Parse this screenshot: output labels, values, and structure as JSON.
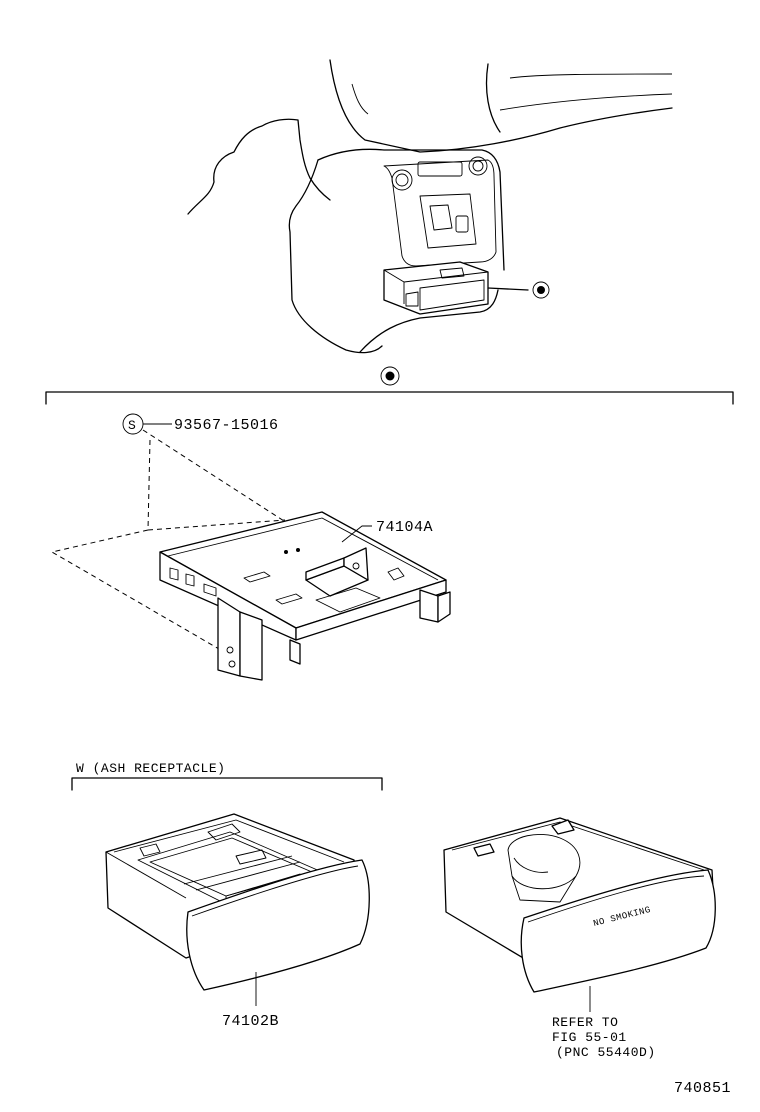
{
  "figure_number": "740851",
  "reference_marker": "●",
  "screw": {
    "symbol": "S",
    "part_number": "93567-15016"
  },
  "bracket": {
    "part_number": "74104A"
  },
  "ash_receptacle_group": {
    "header": "W (ASH RECEPTACLE)",
    "part_number": "74102B"
  },
  "cup_holder": {
    "face_text": "NO SMOKING",
    "refer_line1": "REFER TO",
    "refer_line2": "FIG 55-01",
    "refer_line3": "(PNC 55440D)"
  }
}
